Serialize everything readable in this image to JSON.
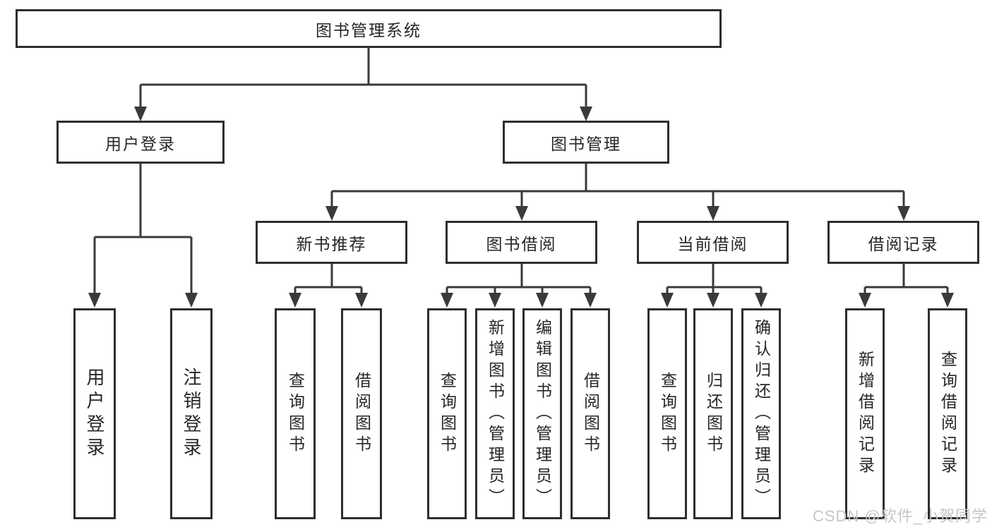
{
  "diagram": {
    "root": {
      "label": "图书管理系统"
    },
    "branches": [
      {
        "label": "用户登录",
        "children": [
          {
            "label": "用户登录"
          },
          {
            "label": "注销登录"
          }
        ]
      },
      {
        "label": "图书管理",
        "children": [
          {
            "label": "新书推荐",
            "children": [
              {
                "label": "查询图书"
              },
              {
                "label": "借阅图书"
              }
            ]
          },
          {
            "label": "图书借阅",
            "children": [
              {
                "label": "查询图书"
              },
              {
                "label": "新增图书（管理员）"
              },
              {
                "label": "编辑图书（管理员）"
              },
              {
                "label": "借阅图书"
              }
            ]
          },
          {
            "label": "当前借阅",
            "children": [
              {
                "label": "查询图书"
              },
              {
                "label": "归还图书"
              },
              {
                "label": "确认归还（管理员）"
              }
            ]
          },
          {
            "label": "借阅记录",
            "children": [
              {
                "label": "新增借阅记录"
              },
              {
                "label": "查询借阅记录"
              }
            ]
          }
        ]
      }
    ]
  },
  "watermark": "CSDN @软件_小贺同学",
  "colors": {
    "line": "#3a3a3a",
    "box_border": "#2e2e2e",
    "text": "#262626",
    "watermark": "#c3c7ca",
    "background": "#ffffff"
  }
}
